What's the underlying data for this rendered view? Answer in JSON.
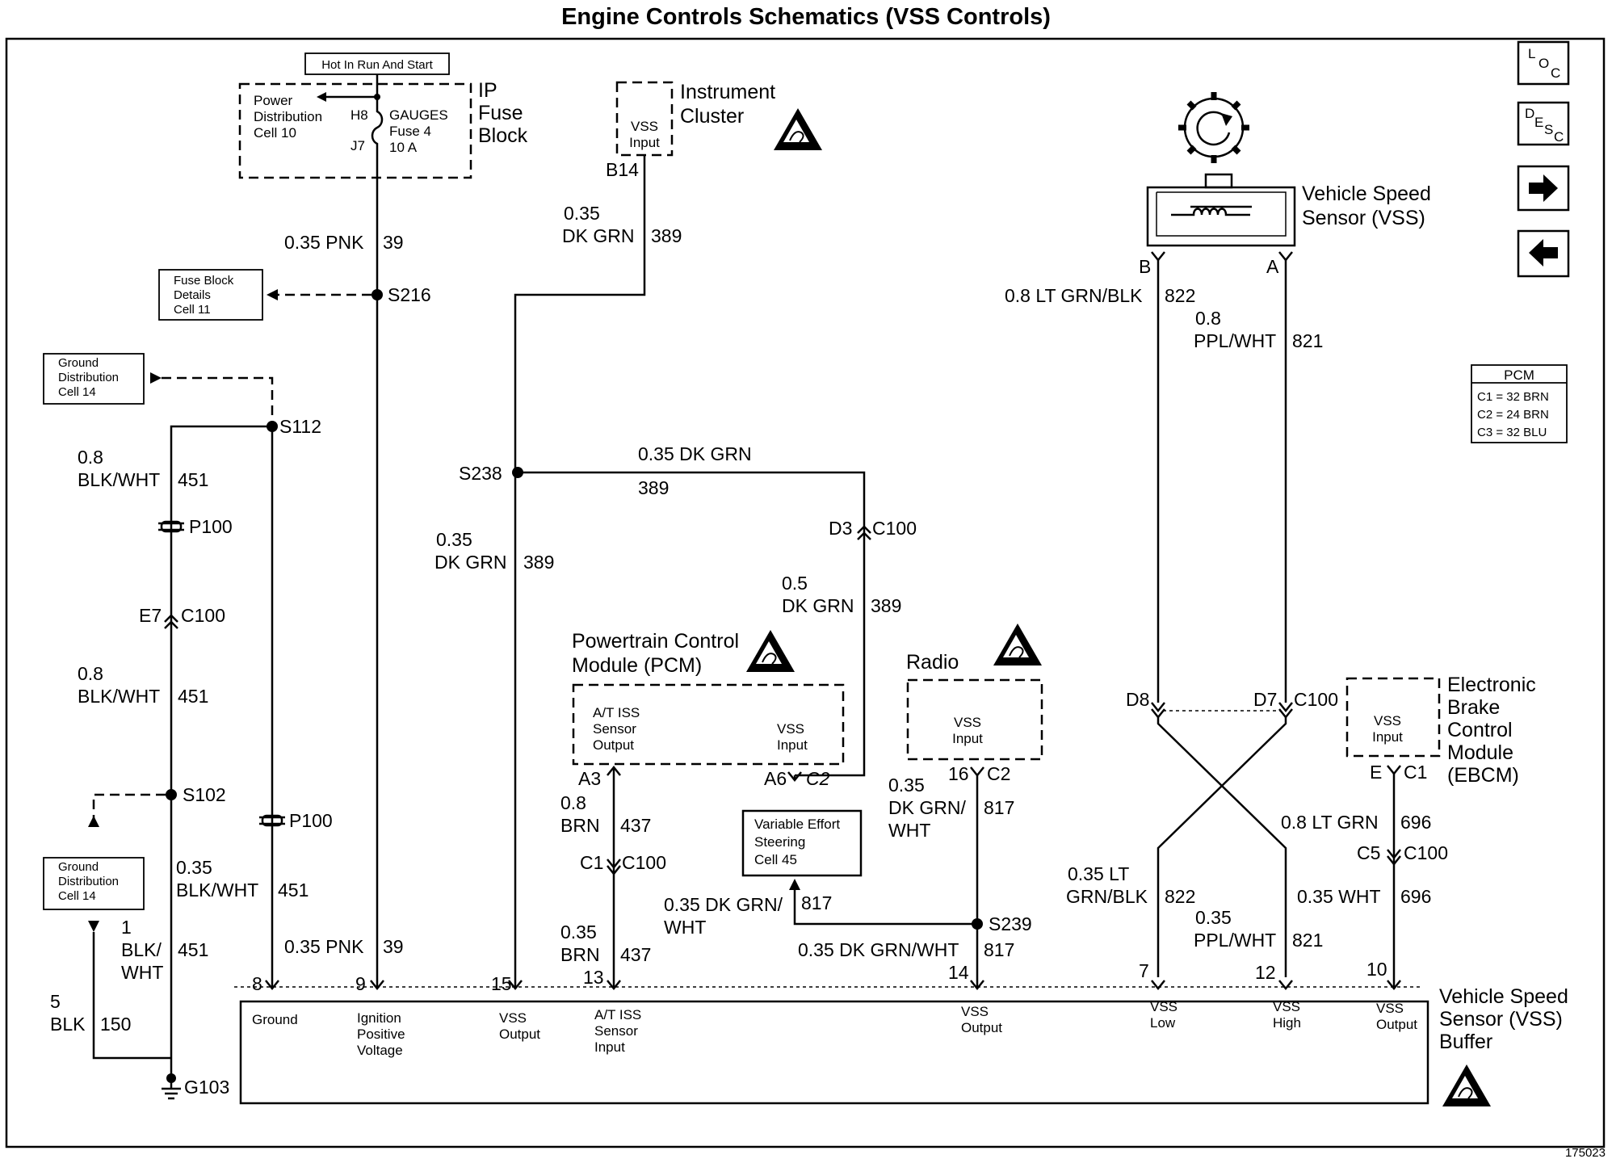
{
  "title": "Engine Controls Schematics (VSS Controls)",
  "figure_id": "175023",
  "nav": {
    "loc": {
      "a": "L",
      "b": "O",
      "c": "C"
    },
    "desc": {
      "a": "D",
      "b": "E",
      "c": "S",
      "d": "C"
    },
    "next_icon": "arrow-right-icon",
    "prev_icon": "arrow-left-icon"
  },
  "fuse_block": {
    "hot_label": "Hot In Run And Start",
    "power_dist": [
      "Power",
      "Distribution",
      "Cell 10"
    ],
    "h8": "H8",
    "j7": "J7",
    "fuse": [
      "GAUGES",
      "Fuse 4",
      "10 A"
    ],
    "name": [
      "IP",
      "Fuse",
      "Block"
    ]
  },
  "instrument_cluster": {
    "name": [
      "Instrument",
      "Cluster"
    ],
    "input": [
      "VSS",
      "Input"
    ],
    "pin": "B14"
  },
  "vss_sensor": {
    "name": [
      "Vehicle Speed",
      "Sensor (VSS)"
    ],
    "pin_b": "B",
    "pin_a": "A"
  },
  "pcm_legend": {
    "title": "PCM",
    "rows": [
      "C1 = 32 BRN",
      "C2 = 24 BRN",
      "C3 = 32 BLU"
    ]
  },
  "refs": {
    "fuse_details": [
      "Fuse Block",
      "Details",
      "Cell 11"
    ],
    "ground_top": [
      "Ground",
      "Distribution",
      "Cell 14"
    ],
    "ground_bottom": [
      "Ground",
      "Distribution",
      "Cell 14"
    ],
    "ves": [
      "Variable Effort",
      "Steering",
      "Cell 45"
    ]
  },
  "splices": {
    "s216": "S216",
    "s112": "S112",
    "s238": "S238",
    "s102": "S102",
    "s239": "S239",
    "g103": "G103"
  },
  "connectors": {
    "p100_a": "P100",
    "p100_b": "P100",
    "e7": "E7",
    "c100_e7": "C100",
    "d3": "D3",
    "c100_d3": "C100",
    "c1": "C1",
    "c100_c1": "C100",
    "d8": "D8",
    "d7": "D7",
    "c100_d7": "C100",
    "c5": "C5",
    "c100_c5": "C100",
    "a3": "A3",
    "a6": "A6",
    "c2_pcm": "C2",
    "pin16": "16",
    "c2_radio": "C2",
    "e_ebcm": "E",
    "c1_ebcm": "C1"
  },
  "wires": {
    "pnk_top": {
      "label": "0.35 PNK",
      "circuit": "39"
    },
    "ic_grn": {
      "gauge": "0.35",
      "color": "DK GRN",
      "circuit": "389"
    },
    "vss_b": {
      "label": "0.8 LT GRN/BLK",
      "circuit": "822"
    },
    "vss_a": {
      "gauge": "0.8",
      "color": "PPL/WHT",
      "circuit": "821"
    },
    "blk_top": {
      "gauge": "0.8",
      "color": "BLK/WHT",
      "circuit": "451"
    },
    "grn_h": {
      "label": "0.35 DK GRN",
      "circuit": "389"
    },
    "grn_left": {
      "gauge": "0.35",
      "color": "DK GRN",
      "circuit": "389"
    },
    "blk_mid": {
      "gauge": "0.8",
      "color": "BLK/WHT",
      "circuit": "451"
    },
    "grn_pcm": {
      "gauge": "0.5",
      "color": "DK GRN",
      "circuit": "389"
    },
    "blk_s112": {
      "gauge": "0.35",
      "color": "BLK/WHT",
      "circuit": "451"
    },
    "brn_top": {
      "gauge": "0.8",
      "color": "BRN",
      "circuit": "437"
    },
    "radio_wire": {
      "gauge": "0.35",
      "color1": "DK GRN/",
      "color2": "WHT",
      "circuit": "817"
    },
    "ebcm_wire": {
      "label": "0.8 LT GRN",
      "circuit": "696"
    },
    "ves_wire": {
      "label1": "0.35 DK GRN/",
      "label2": "WHT",
      "circuit": "817"
    },
    "low_wire": {
      "label1": "0.35 LT",
      "label2": "GRN/BLK",
      "circuit": "822"
    },
    "high_wire": {
      "gauge": "0.35",
      "color": "PPL/WHT",
      "circuit": "821"
    },
    "wht_wire": {
      "label": "0.35 WHT",
      "circuit": "696"
    },
    "blk_g": {
      "gauge": "1",
      "color1": "BLK/",
      "color2": "WHT",
      "circuit": "451"
    },
    "pnk_bot": {
      "label": "0.35 PNK",
      "circuit": "39"
    },
    "brn_bot": {
      "gauge": "0.35",
      "color": "BRN",
      "circuit": "437"
    },
    "grnwht_bot": {
      "label": "0.35 DK GRN/WHT",
      "circuit": "817"
    },
    "blk150": {
      "gauge": "5",
      "color": "BLK",
      "circuit": "150"
    }
  },
  "pcm": {
    "name": [
      "Powertrain Control",
      "Module (PCM)"
    ],
    "iss_out": [
      "A/T ISS",
      "Sensor",
      "Output"
    ],
    "vss_in": [
      "VSS",
      "Input"
    ]
  },
  "radio": {
    "name": "Radio",
    "input": [
      "VSS",
      "Input"
    ]
  },
  "ebcm": {
    "name": [
      "Electronic",
      "Brake",
      "Control",
      "Module",
      "(EBCM)"
    ],
    "input": [
      "VSS",
      "Input"
    ]
  },
  "buffer": {
    "name": [
      "Vehicle Speed",
      "Sensor (VSS)",
      "Buffer"
    ],
    "pins": [
      "8",
      "9",
      "15",
      "13",
      "14",
      "7",
      "12",
      "10"
    ],
    "labels": {
      "ground": [
        "Ground"
      ],
      "ign": [
        "Ignition",
        "Positive",
        "Voltage"
      ],
      "vss_out1": [
        "VSS",
        "Output"
      ],
      "iss_in": [
        "A/T ISS",
        "Sensor",
        "Input"
      ],
      "vss_out2": [
        "VSS",
        "Output"
      ],
      "vss_low": [
        "VSS",
        "Low"
      ],
      "vss_high": [
        "VSS",
        "High"
      ],
      "vss_out3": [
        "VSS",
        "Output"
      ]
    }
  }
}
